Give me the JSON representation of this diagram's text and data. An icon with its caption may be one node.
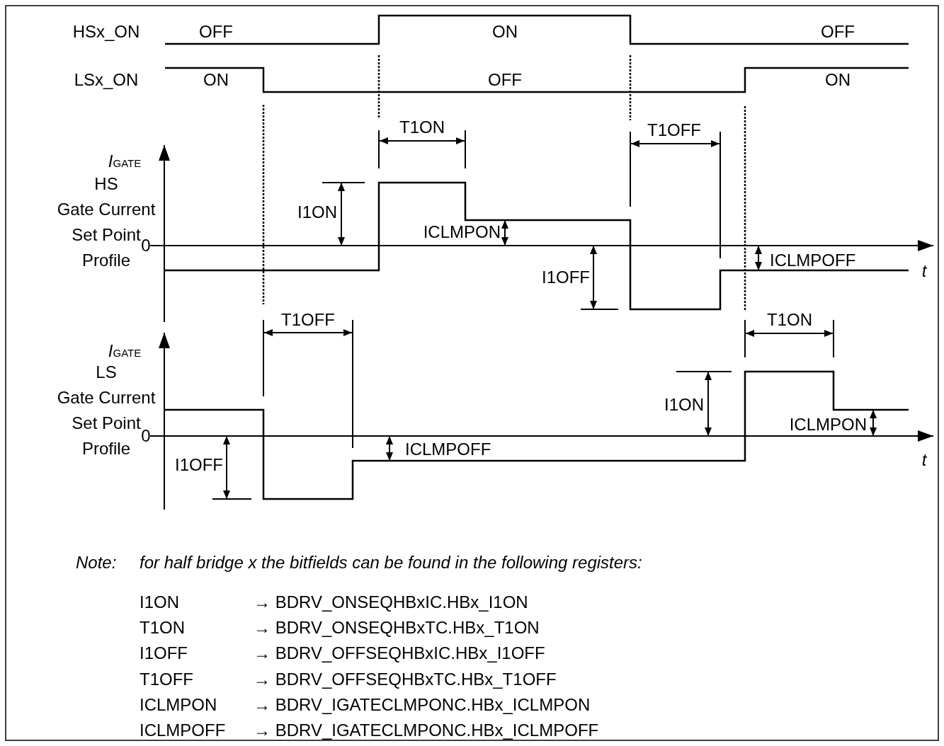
{
  "diagram": {
    "labels": [
      "HSx_ON",
      "OFF",
      "ON",
      "OFF",
      "LSx_ON",
      "ON",
      "OFF",
      "ON",
      "T1ON",
      "T1OFF",
      "*I*$_{GATE}$",
      "HS",
      "Gate Current Set Point Profile",
      "I1ON",
      "ICLMPON",
      "0",
      "I1OFF",
      "ICLMPOFF",
      "t",
      "T1OFF",
      "T1ON",
      "*I*$_{GATE}$",
      "LS",
      "Gate Current Set Point Profile",
      "0",
      "I1OFF",
      "ICLMPOFF",
      "I1ON",
      "ICLMPON",
      "t",
      "Note:",
      "for half bridge x the bitfields can be found in the following registers:",
      "I1ON",
      "→ BDRV_ONSEQHBxIC.HBx_I1ON",
      "T1ON",
      "→ BDRV_ONSEQHBxTC.HBx_T1ON",
      "I1OFF",
      "→ BDRV_OFFSEQHBxIC.HBx_I1OFF",
      "T1OFF",
      "→ BDRV_OFFSEQHBxTC.HBx_T1OFF",
      "ICLMPON",
      "→ BDRV_IGATECLMPONC.HBx_ICLMPON",
      "ICLMPOFF",
      "→ BDRV_IGATECLMPONC.HBx_ICLMPOFF"
    ]
  }
}
